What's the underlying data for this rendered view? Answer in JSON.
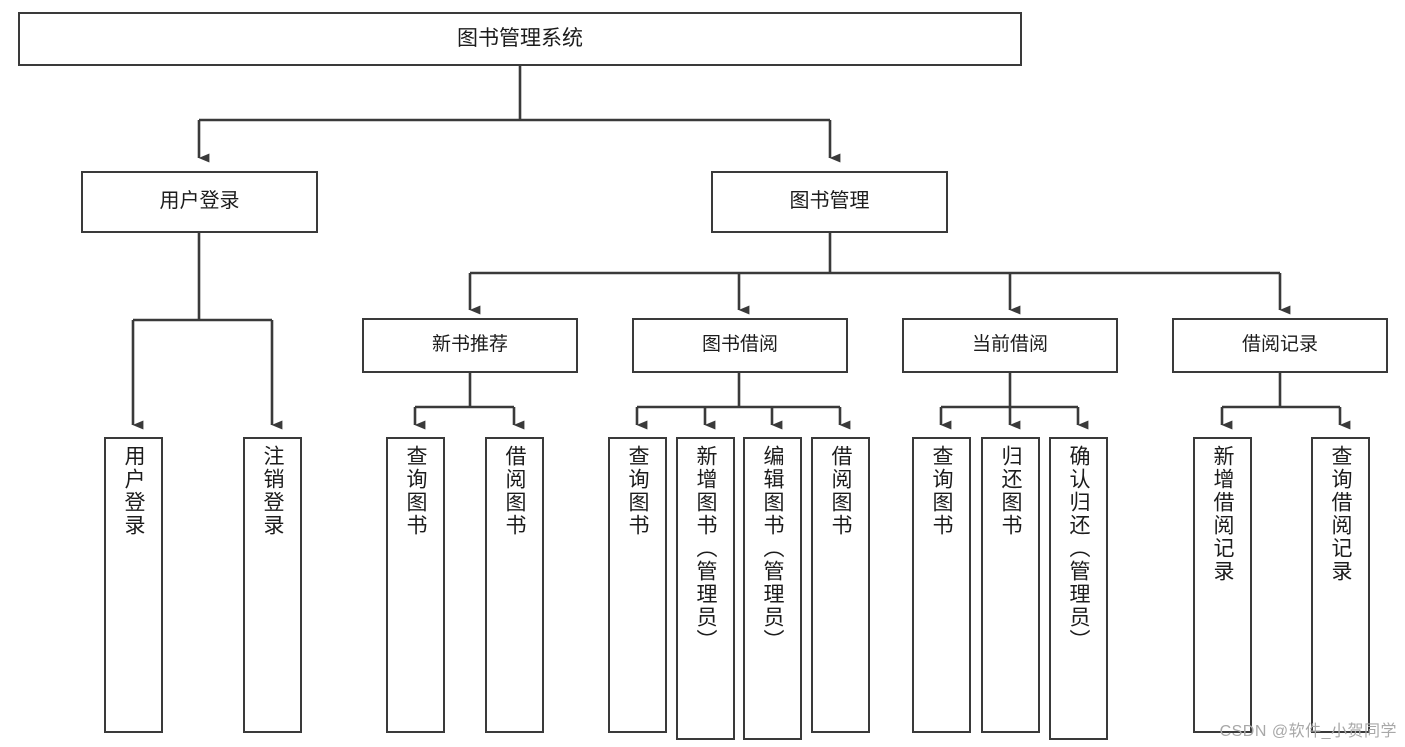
{
  "diagram": {
    "title": "图书管理系统",
    "type": "tree",
    "watermark": "CSDN @软件_小贺同学",
    "colors": {
      "node_border": "#3a3a3a",
      "node_fill": "#ffffff",
      "edge": "#3a3a3a",
      "text": "#1c1c1c",
      "watermark": "#a8a8a8",
      "background": "#ffffff"
    },
    "nodes": {
      "root": {
        "label": "图书管理系统"
      },
      "level2": [
        {
          "label": "用户登录"
        },
        {
          "label": "图书管理"
        }
      ],
      "level3": [
        {
          "label": "新书推荐"
        },
        {
          "label": "图书借阅"
        },
        {
          "label": "当前借阅"
        },
        {
          "label": "借阅记录"
        }
      ],
      "leaves": [
        {
          "label": "用户登录"
        },
        {
          "label": "注销登录"
        },
        {
          "label": "查询图书"
        },
        {
          "label": "借阅图书"
        },
        {
          "label": "查询图书"
        },
        {
          "label": "新增图书（管理员）"
        },
        {
          "label": "编辑图书（管理员）"
        },
        {
          "label": "借阅图书"
        },
        {
          "label": "查询图书"
        },
        {
          "label": "归还图书"
        },
        {
          "label": "确认归还（管理员）"
        },
        {
          "label": "新增借阅记录"
        },
        {
          "label": "查询借阅记录"
        }
      ]
    },
    "hierarchy": {
      "图书管理系统": [
        "用户登录",
        "图书管理"
      ],
      "用户登录": [
        "用户登录",
        "注销登录"
      ],
      "图书管理": [
        "新书推荐",
        "图书借阅",
        "当前借阅",
        "借阅记录"
      ],
      "新书推荐": [
        "查询图书",
        "借阅图书"
      ],
      "图书借阅": [
        "查询图书",
        "新增图书（管理员）",
        "编辑图书（管理员）",
        "借阅图书"
      ],
      "当前借阅": [
        "查询图书",
        "归还图书",
        "确认归还（管理员）"
      ],
      "借阅记录": [
        "新增借阅记录",
        "查询借阅记录"
      ]
    }
  }
}
